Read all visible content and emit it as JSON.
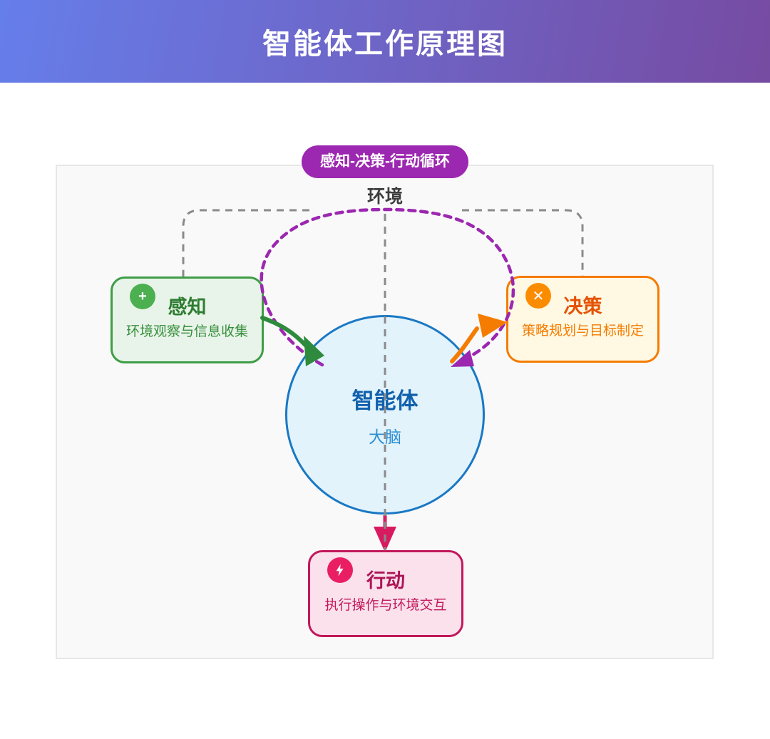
{
  "header": {
    "title": "智能体工作原理图"
  },
  "colors": {
    "header_gradient_from": "#667eea",
    "header_gradient_to": "#764ba2",
    "loop_badge_bg": "#9c27b0",
    "loop_dash": "#9c27b0",
    "bracket_dash": "#8a8a8a",
    "perception_accent": "#2e8b3d",
    "decision_accent": "#f57c00",
    "action_accent": "#d81b60",
    "agent_accent": "#1a78c4"
  },
  "diagram": {
    "loop_badge": "感知-决策-行动循环",
    "environment_label": "环境",
    "nodes": {
      "perception": {
        "icon": "plus-icon",
        "icon_glyph": "+",
        "title": "感知",
        "subtitle": "环境观察与信息收集"
      },
      "decision": {
        "icon": "close-icon",
        "icon_glyph": "✕",
        "title": "决策",
        "subtitle": "策略规划与目标制定"
      },
      "agent": {
        "title": "智能体",
        "subtitle": "大脑"
      },
      "action": {
        "icon": "bolt-icon",
        "title": "行动",
        "subtitle": "执行操作与环境交互"
      }
    }
  }
}
